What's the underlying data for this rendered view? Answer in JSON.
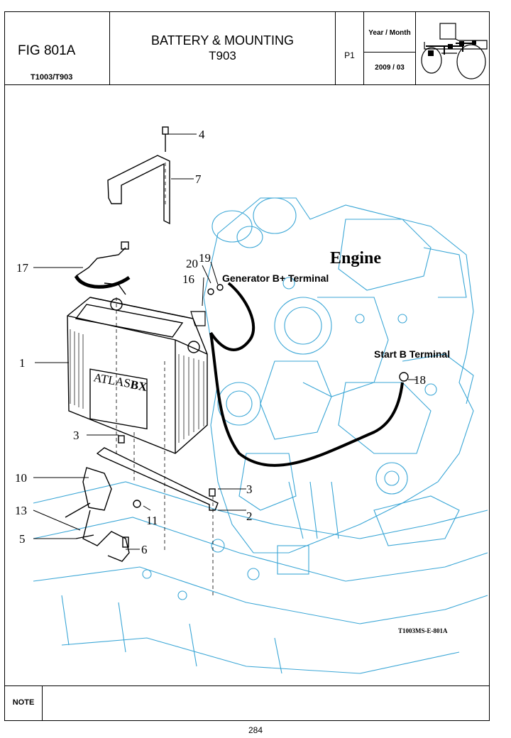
{
  "header": {
    "figure_no": "FIG 801A",
    "model": "T1003/T903",
    "title_line1": "BATTERY & MOUNTING",
    "title_line2": "T903",
    "page_code": "P1",
    "year_month_label": "Year / Month",
    "year_month_value": "2009 / 03"
  },
  "diagram": {
    "engine_label": "Engine",
    "generator_label": "Generator B+ Terminal",
    "start_label": "Start B Terminal",
    "battery_brand": "ATLAS",
    "battery_model": "BX",
    "drawing_code": "T1003MS-E-801A",
    "callouts": [
      "4",
      "7",
      "20",
      "19",
      "17",
      "16",
      "1",
      "18",
      "3",
      "10",
      "3",
      "13",
      "11",
      "2",
      "5",
      "6"
    ]
  },
  "footer": {
    "note_label": "NOTE",
    "page_number": "284"
  },
  "colors": {
    "engine_outline": "#3aa6d6",
    "frame": "#000000"
  }
}
